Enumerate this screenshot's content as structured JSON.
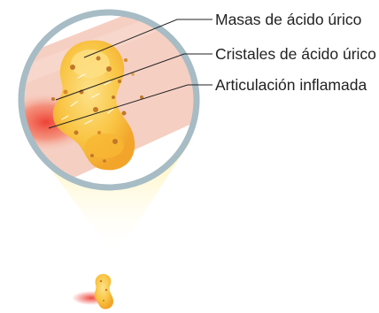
{
  "labels": {
    "masas": "Masas de ácido úrico",
    "cristales": "Cristales de ácido úrico",
    "articulacion": "Articulación inflamada"
  },
  "colors": {
    "lens_ring": "#a7bcc5",
    "skin": "#f6cfc3",
    "inflammation": "#ee3a2e",
    "crystal_mass": "#f7b733",
    "crystal_light": "#fde28a",
    "particle": "#c1782a",
    "beam": "#fff4b5",
    "leader_line": "#222222"
  }
}
